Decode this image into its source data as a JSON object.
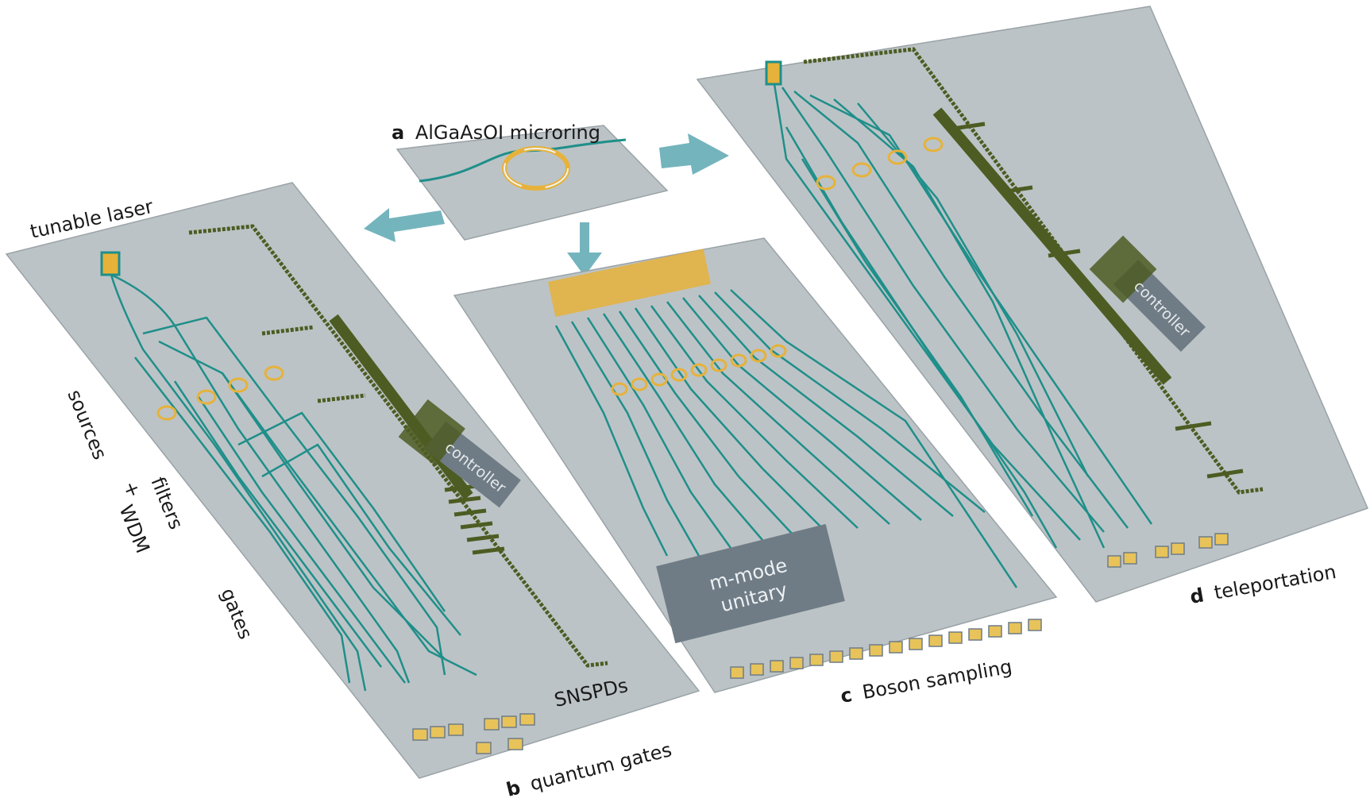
{
  "panels": {
    "a": {
      "letter": "a",
      "title": "AlGaAsOI microring"
    },
    "b": {
      "letter": "b",
      "title": "quantum gates"
    },
    "c": {
      "letter": "c",
      "title": "Boson sampling"
    },
    "d": {
      "letter": "d",
      "title": "teleportation"
    }
  },
  "labels": {
    "tunable_laser": "tunable laser",
    "sources": "sources",
    "filters": "filters",
    "plus": "+",
    "wdm": "WDM",
    "gates": "gates",
    "snspds": "SNSPDs",
    "controller": "controller",
    "unitary_line1": "m-mode",
    "unitary_line2": "unitary"
  },
  "colors": {
    "slab": "#bcc3c6",
    "slab_edge": "#9aa3a7",
    "waveguide": "#1f8f8a",
    "ring": "#e6b23a",
    "bus": "#4d5c22",
    "chip": "#6f7c86",
    "arrow": "#74b4bd",
    "pad": "#e8c35a"
  }
}
